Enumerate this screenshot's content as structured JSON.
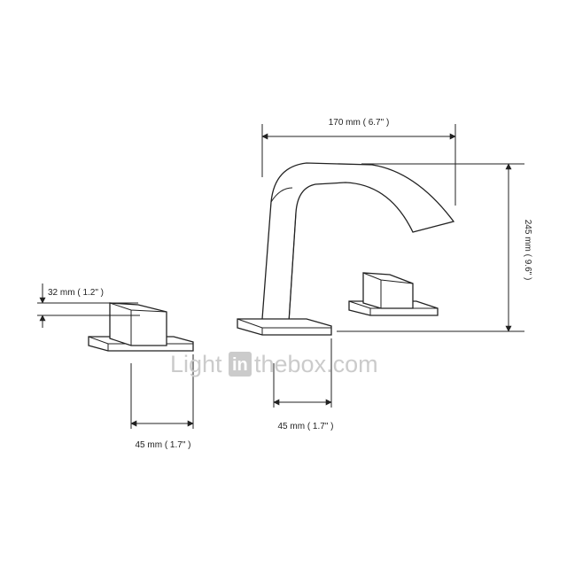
{
  "dimensions": {
    "spout_reach": "170 mm ( 6.7\" )",
    "height": "245 mm ( 9.6\" )",
    "handle_height": "32 mm ( 1.2\" )",
    "handle_base_width": "45 mm ( 1.7\" )",
    "spout_base_width": "45 mm ( 1.7\" )"
  },
  "watermark": {
    "light": "Light",
    "in": "in",
    "rest": "thebox.com"
  },
  "colors": {
    "line": "#222222",
    "watermark": "#c9c9c9"
  }
}
